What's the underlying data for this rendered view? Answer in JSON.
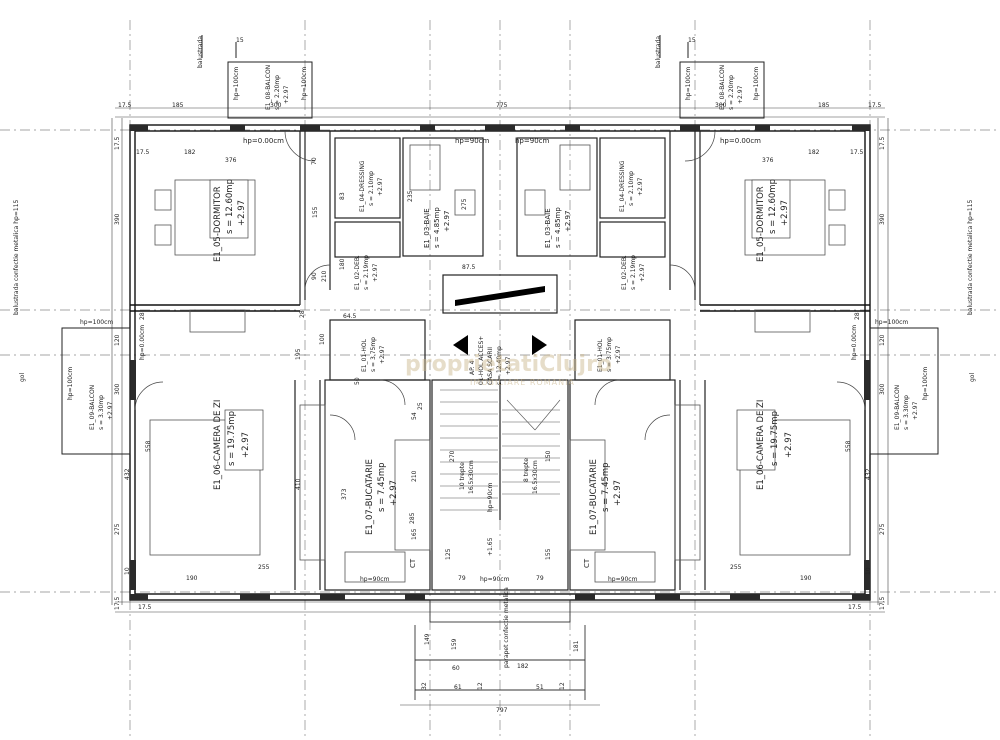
{
  "plan": {
    "rooms": {
      "dormitor_left": {
        "name": "E1_05-DORMITOR",
        "area": "s = 12.60mp",
        "level": "+2.97"
      },
      "dormitor_right": {
        "name": "E1_05-DORMITOR",
        "area": "s = 12.60mp",
        "level": "+2.97"
      },
      "baie_left": {
        "name": "E1_03-BAIE",
        "area": "s = 4.85mp",
        "level": "+2.97"
      },
      "baie_right": {
        "name": "E1_03-BAIE",
        "area": "s = 4.85mp",
        "level": "+2.97"
      },
      "dressing_left": {
        "name": "E1_04-DRESSING",
        "area": "s = 2.10mp",
        "level": "+2.97"
      },
      "dressing_right": {
        "name": "E1_04-DRESSING",
        "area": "s = 2.10mp",
        "level": "+2.97"
      },
      "debara_left": {
        "name": "E1_02-DEB.",
        "area": "s = 2.19mp",
        "level": "+2.97"
      },
      "debara_right": {
        "name": "E1_02-DEB.",
        "area": "s = 2.19mp",
        "level": "+2.97"
      },
      "hol_left": {
        "name": "E1_01-HOL",
        "area": "s = 3.75mp",
        "level": "+2.97"
      },
      "hol_right": {
        "name": "E1_01-HOL",
        "area": "s = 3.75mp",
        "level": "+2.97"
      },
      "camera_left": {
        "name": "E1_06-CAMERA DE ZI",
        "area": "s = 19.75mp",
        "level": "+2.97"
      },
      "camera_right": {
        "name": "E1_06-CAMERA DE ZI",
        "area": "s = 19.75mp",
        "level": "+2.97"
      },
      "bucatarie_left": {
        "name": "E1_07-BUCATARIE",
        "area": "s = 7.45mp",
        "level": "+2.97"
      },
      "bucatarie_right": {
        "name": "E1_07-BUCATARIE",
        "area": "s = 7.45mp",
        "level": "+2.97"
      },
      "balcon_top_left": {
        "name": "E1_08-BALCON",
        "area": "s = 2.20mp",
        "level": "+2.97"
      },
      "balcon_top_right": {
        "name": "E1_08-BALCON",
        "area": "s = 2.20mp",
        "level": "+2.97"
      },
      "balcon_side_left": {
        "name": "E1_09-BALCON",
        "area": "s = 3.30mp",
        "level": "+2.97"
      },
      "balcon_side_right": {
        "name": "E1_09-BALCON",
        "area": "s = 3.30mp",
        "level": "+2.97"
      },
      "casa_scarii": {
        "name": "AP. 4",
        "name2": "01-HOL ACCES+",
        "name3": "CASA SCARII",
        "area": "s = 12.40mp",
        "level": "+2.97"
      }
    },
    "stairs": {
      "left_run": "10 trepte",
      "left_dim": "16.5x30cm",
      "right_run": "8 trepte",
      "right_dim": "16.5x30cm",
      "landing_level": "+1.65",
      "rail": "hp=90cm"
    },
    "heights": {
      "hp_top_left": "hp=0.00cm",
      "hp_top_right": "hp=0.00cm",
      "hp_top_mid_left": "hp=90cm",
      "hp_top_mid_right": "hp=90cm",
      "hp_bal_tl_a": "hp=100cm",
      "hp_bal_tl_b": "hp=100cm",
      "hp_bal_tr_a": "hp=100cm",
      "hp_bal_tr_b": "hp=100cm",
      "hp_side_l1": "hp=100cm",
      "hp_side_l2": "hp=100cm",
      "hp_side_l3": "hp=0.00cm",
      "hp_side_r1": "hp=100cm",
      "hp_side_r2": "hp=100cm",
      "hp_side_r3": "hp=0.00cm",
      "hp_bot_l": "hp=90cm",
      "hp_bot_r": "hp=90cm",
      "hp_bot_m": "hp=90cm"
    },
    "notes": {
      "balustrada_tl": "balustrada",
      "balustrada_tr": "balustrada",
      "balustrada_side_l": "balustrada confectie metalica hp=115",
      "balustrada_side_r": "balustrada confectie metalica hp=115",
      "gol_l": "gol",
      "gol_r": "gol",
      "parapet": "parapet confectie metalica",
      "marker_tl": "15",
      "marker_tr": "15",
      "ct_l": "CT",
      "ct_r": "CT"
    },
    "dims": {
      "top": [
        "17.5",
        "185",
        "300",
        "775",
        "300",
        "185",
        "17.5"
      ],
      "top2": [
        "17.5",
        "182",
        "376",
        "376",
        "182",
        "17.5"
      ],
      "left": [
        "17.5",
        "390",
        "28",
        "120",
        "300",
        "558",
        "432",
        "275",
        "10",
        "17.5"
      ],
      "right": [
        "17.5",
        "390",
        "28",
        "120",
        "300",
        "558",
        "432",
        "275",
        "10",
        "17.5"
      ],
      "bottom": [
        "17.5",
        "190",
        "255",
        "79",
        "125",
        "155",
        "79",
        "255",
        "190",
        "17.5"
      ],
      "entry": [
        "149",
        "159",
        "182",
        "60",
        "32",
        "797"
      ],
      "misc": [
        "235",
        "275",
        "155",
        "83",
        "180",
        "210",
        "90",
        "70",
        "373",
        "410",
        "210",
        "165",
        "54",
        "100",
        "64.5",
        "87.5",
        "28",
        "50",
        "25",
        "195",
        "270",
        "150",
        "285",
        "181",
        "12",
        "12",
        "61",
        "51"
      ]
    },
    "watermark": {
      "text": "proprietatiClujro",
      "sub": "IMOBILIARE ROMANIA"
    }
  }
}
